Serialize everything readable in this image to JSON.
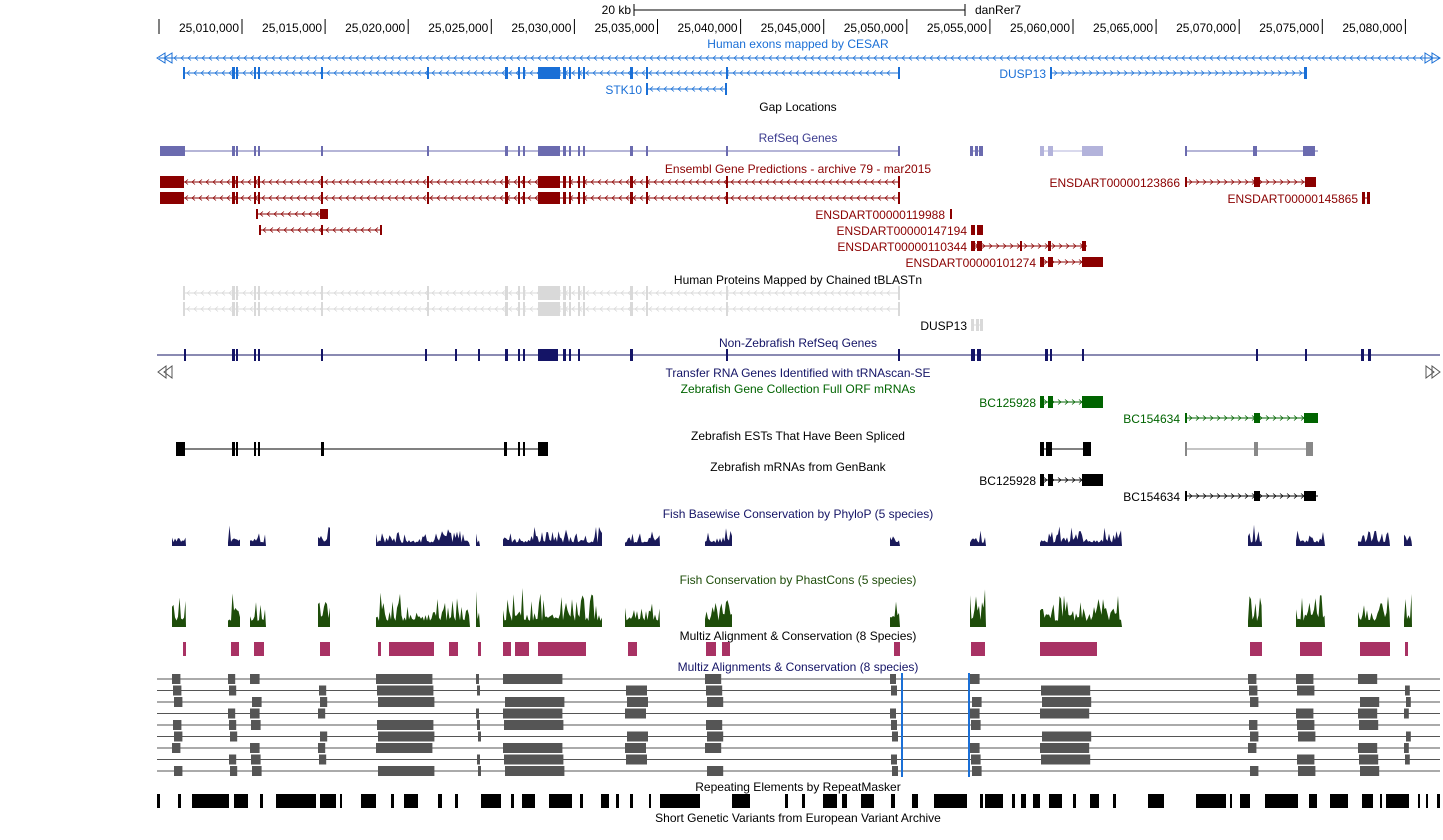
{
  "header": {
    "scale_label": "20 kb",
    "assembly": "danRer7",
    "positions": [
      "25,010,000",
      "25,015,000",
      "25,020,000",
      "25,025,000",
      "25,030,000",
      "25,035,000",
      "25,040,000",
      "25,045,000",
      "25,050,000",
      "25,055,000",
      "25,060,000",
      "25,065,000",
      "25,070,000",
      "25,075,000",
      "25,080,000"
    ]
  },
  "colors": {
    "cesar": "#1a6fd6",
    "refseq": "#6b6baf",
    "refseq_light": "#b3b3db",
    "ensembl": "#8b0000",
    "tblastn": "#d9d9d9",
    "nonzebrafish": "#141466",
    "zgc": "#006400",
    "est": "#000000",
    "phylop": "#1a1a5a",
    "phastcons": "#1e4d0a",
    "multiz_elements": "#a83264",
    "repeats": "#000000"
  },
  "tracks": {
    "cesar": {
      "title": "Human exons mapped by CESAR",
      "labels": {
        "stk10": "STK10",
        "dusp13": "DUSP13"
      }
    },
    "gap": {
      "title": "Gap Locations"
    },
    "refseq": {
      "title": "RefSeq Genes"
    },
    "ensembl": {
      "title": "Ensembl Gene Predictions - archive 79 - mar2015",
      "labels": {
        "t123866": "ENSDART00000123866",
        "t145865": "ENSDART00000145865",
        "t119988": "ENSDART00000119988",
        "t147194": "ENSDART00000147194",
        "t110344": "ENSDART00000110344",
        "t101274": "ENSDART00000101274"
      }
    },
    "tblastn": {
      "title": "Human Proteins Mapped by Chained tBLASTn",
      "labels": {
        "dusp13": "DUSP13"
      }
    },
    "nonzebrafish": {
      "title": "Non-Zebrafish RefSeq Genes"
    },
    "trna": {
      "title": "Transfer RNA Genes Identified with tRNAscan-SE"
    },
    "zgc": {
      "title": "Zebrafish Gene Collection Full ORF mRNAs",
      "labels": {
        "bc125928": "BC125928",
        "bc154634": "BC154634"
      }
    },
    "est": {
      "title": "Zebrafish ESTs That Have Been Spliced"
    },
    "mrna": {
      "title": "Zebrafish mRNAs from GenBank",
      "labels": {
        "bc125928": "BC125928",
        "bc154634": "BC154634"
      }
    },
    "phylop": {
      "title": "Fish Basewise Conservation by PhyloP (5 species)"
    },
    "phastcons": {
      "title": "Fish Conservation by PhastCons (5 species)"
    },
    "multiz8": {
      "title": "Multiz Alignment & Conservation (8 Species)"
    },
    "multiz8b": {
      "title": "Multiz Alignments & Conservation (8 species)"
    },
    "repeatmasker": {
      "title": "Repeating Elements by RepeatMasker"
    },
    "eva": {
      "title": "Short Genetic Variants from European Variant Archive"
    }
  }
}
